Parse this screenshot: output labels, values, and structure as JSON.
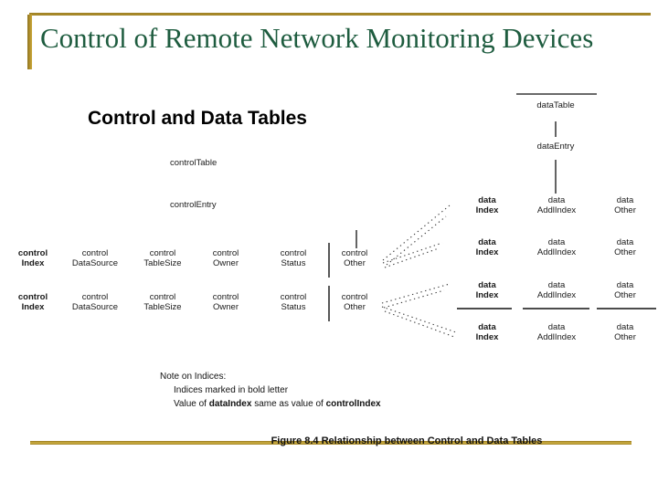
{
  "slide": {
    "title": "Control of Remote Network Monitoring Devices",
    "heading": "Control and Data Tables",
    "caption": "Figure 8.4 Relationship between Control and Data Tables"
  },
  "colors": {
    "title_green": "#1E5C3F",
    "gold": "#B5942F"
  },
  "diagram": {
    "labels": {
      "control_table": "controlTable",
      "control_entry": "controlEntry",
      "data_table": "dataTable",
      "data_entry": "dataEntry"
    },
    "control_columns": [
      {
        "line1": "control",
        "line2": "Index",
        "bold": true
      },
      {
        "line1": "control",
        "line2": "DataSource",
        "bold": false
      },
      {
        "line1": "control",
        "line2": "TableSize",
        "bold": false
      },
      {
        "line1": "control",
        "line2": "Owner",
        "bold": false
      },
      {
        "line1": "control",
        "line2": "Status",
        "bold": false
      },
      {
        "line1": "control",
        "line2": "Other",
        "bold": false
      }
    ],
    "control_rows": 2,
    "data_columns": [
      {
        "line1": "data",
        "line2": "Index",
        "bold": true
      },
      {
        "line1": "data",
        "line2": "AddlIndex",
        "bold": false
      },
      {
        "line1": "data",
        "line2": "Other",
        "bold": false
      }
    ],
    "data_rows": 4,
    "note": {
      "title": "Note on Indices:",
      "line2": "Indices marked in bold letter",
      "line3": [
        "Value of ",
        "dataIndex",
        " same as value of ",
        "controlIndex"
      ]
    }
  }
}
